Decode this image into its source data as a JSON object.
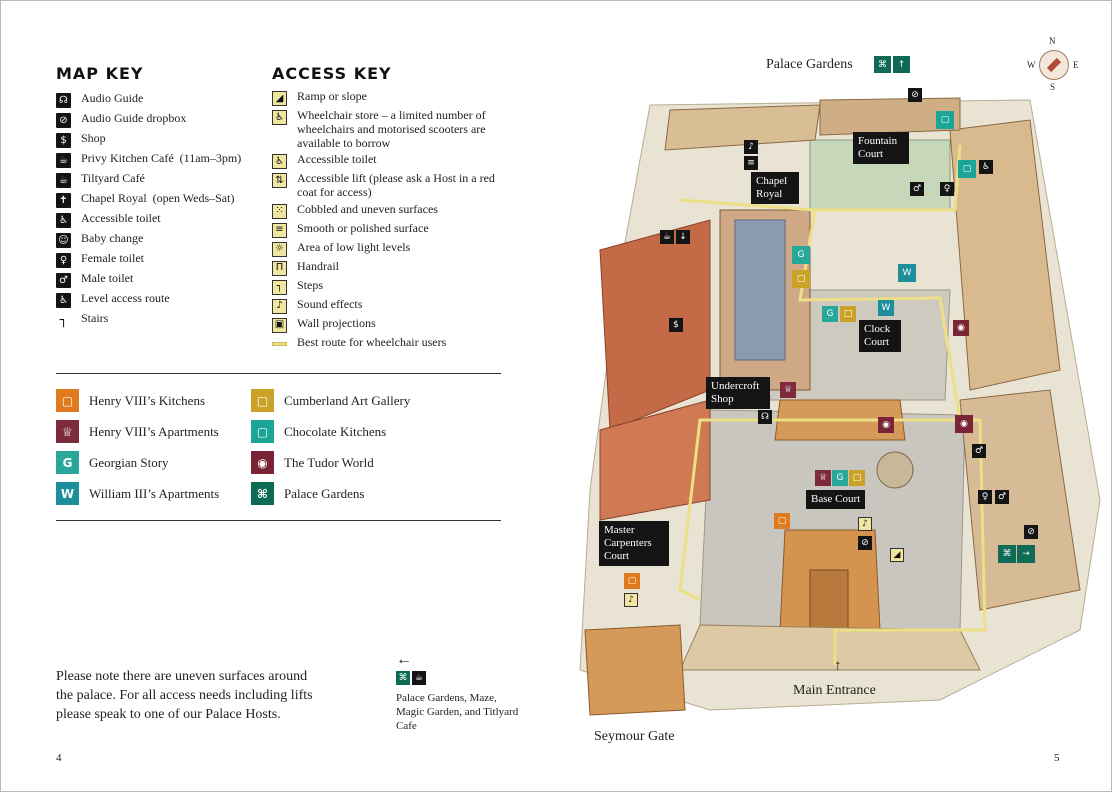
{
  "map_key": {
    "title": "MAP KEY",
    "items": [
      {
        "label": "Audio Guide",
        "icon": "headphones-icon",
        "glyph": "☊"
      },
      {
        "label": "Audio Guide dropbox",
        "icon": "audio-dropbox-icon",
        "glyph": "⊘"
      },
      {
        "label": "Shop",
        "icon": "shop-icon",
        "glyph": "$"
      },
      {
        "label": "Privy Kitchen Café (11am–3pm)",
        "icon": "cafe-icon",
        "glyph": "☕"
      },
      {
        "label": "Tiltyard Café",
        "icon": "cafe-icon",
        "glyph": "☕"
      },
      {
        "label": "Chapel Royal (open Weds–Sat)",
        "icon": "chapel-icon",
        "glyph": "✝"
      },
      {
        "label": "Accessible toilet",
        "icon": "accessible-toilet-icon",
        "glyph": "♿"
      },
      {
        "label": "Baby change",
        "icon": "baby-change-icon",
        "glyph": "☺"
      },
      {
        "label": "Female toilet",
        "icon": "female-toilet-icon",
        "glyph": "♀"
      },
      {
        "label": "Male toilet",
        "icon": "male-toilet-icon",
        "glyph": "♂"
      },
      {
        "label": "Level access route",
        "icon": "level-access-icon",
        "glyph": "♿"
      },
      {
        "label": "Stairs",
        "icon": "stairs-icon",
        "glyph": "┐"
      }
    ]
  },
  "access_key": {
    "title": "ACCESS KEY",
    "items": [
      {
        "label": "Ramp or slope",
        "icon": "ramp-icon",
        "glyph": "◢"
      },
      {
        "label": "Wheelchair store – a limited number of wheelchairs and motorised scooters are available to borrow",
        "icon": "wheelchair-store-icon",
        "glyph": "♿"
      },
      {
        "label": "Accessible toilet",
        "icon": "accessible-toilet-icon",
        "glyph": "♿"
      },
      {
        "label": "Accessible lift (please ask a Host in a red coat for access)",
        "icon": "lift-icon",
        "glyph": "⇅"
      },
      {
        "label": "Cobbled and uneven surfaces",
        "icon": "cobbled-icon",
        "glyph": "⁙"
      },
      {
        "label": "Smooth or polished surface",
        "icon": "smooth-surface-icon",
        "glyph": "≡"
      },
      {
        "label": "Area of low light levels",
        "icon": "low-light-icon",
        "glyph": "☼"
      },
      {
        "label": "Handrail",
        "icon": "handrail-icon",
        "glyph": "Π"
      },
      {
        "label": "Steps",
        "icon": "steps-icon",
        "glyph": "┐"
      },
      {
        "label": "Sound effects",
        "icon": "sound-icon",
        "glyph": "♪"
      },
      {
        "label": "Wall projections",
        "icon": "projection-icon",
        "glyph": "▣"
      },
      {
        "label": "Best route for wheelchair users",
        "icon": "route-line-icon",
        "glyph": ""
      }
    ]
  },
  "attractions": [
    {
      "label": "Henry VIII’s Kitchens",
      "color": "#e07a1f",
      "icon": "kitchens-icon",
      "glyph": "▢"
    },
    {
      "label": "Henry VIII’s Apartments",
      "color": "#7d2a3a",
      "icon": "apartments-icon",
      "glyph": "♕"
    },
    {
      "label": "Georgian Story",
      "color": "#2aa79b",
      "icon": "georgian-icon",
      "glyph": "G"
    },
    {
      "label": "William III’s Apartments",
      "color": "#1d8f9b",
      "icon": "william-icon",
      "glyph": "W"
    },
    {
      "label": "Cumberland Art Gallery",
      "color": "#c9a227",
      "icon": "gallery-icon",
      "glyph": "□"
    },
    {
      "label": "Chocolate Kitchens",
      "color": "#1aa596",
      "icon": "chocolate-icon",
      "glyph": "▢"
    },
    {
      "label": "The Tudor World",
      "color": "#7a2536",
      "icon": "tudor-world-icon",
      "glyph": "◉"
    },
    {
      "label": "Palace Gardens",
      "color": "#0f6b55",
      "icon": "gardens-icon",
      "glyph": "⌘"
    }
  ],
  "note": "Please note there are uneven surfaces around the palace. For all access needs including lifts please speak to one of our Palace Hosts.",
  "gardens_note": {
    "arrow": "←",
    "text": "Palace Gardens, Maze, Magic Garden, and Titlyard Cafe"
  },
  "map": {
    "labels": {
      "palace_gardens": "Palace Gardens",
      "main_entrance": "Main Entrance",
      "seymour_gate": "Seymour Gate",
      "compass_n": "N",
      "compass_s": "S",
      "compass_w": "W",
      "compass_e": "E",
      "entrance_arrow": "↑"
    },
    "black_labels": [
      {
        "id": "fountain-court",
        "text": "Fountain Court"
      },
      {
        "id": "chapel-royal",
        "text": "Chapel Royal"
      },
      {
        "id": "clock-court",
        "text": "Clock Court"
      },
      {
        "id": "undercroft-shop",
        "text": "Undercroft Shop"
      },
      {
        "id": "base-court",
        "text": "Base Court"
      },
      {
        "id": "master-carpenters-court",
        "text": "Master Carpenters Court"
      }
    ]
  },
  "page_numbers": {
    "left": "4",
    "right": "5"
  }
}
